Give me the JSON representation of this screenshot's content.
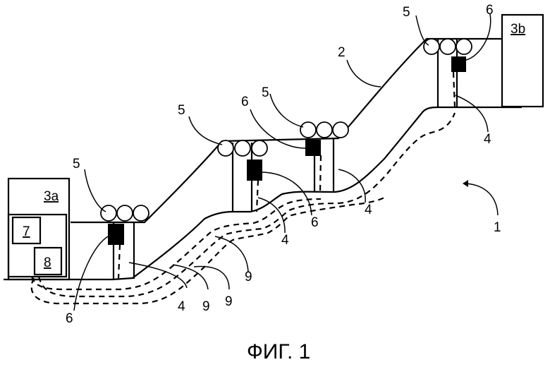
{
  "figure": {
    "caption": "ФИГ. 1",
    "labels": {
      "system": "1",
      "rope": "2",
      "station_bottom": "3a",
      "station_top": "3b",
      "support": "4",
      "rollers": "5",
      "drive_unit": "6",
      "box_7": "7",
      "box_8": "8",
      "cable": "9"
    }
  }
}
